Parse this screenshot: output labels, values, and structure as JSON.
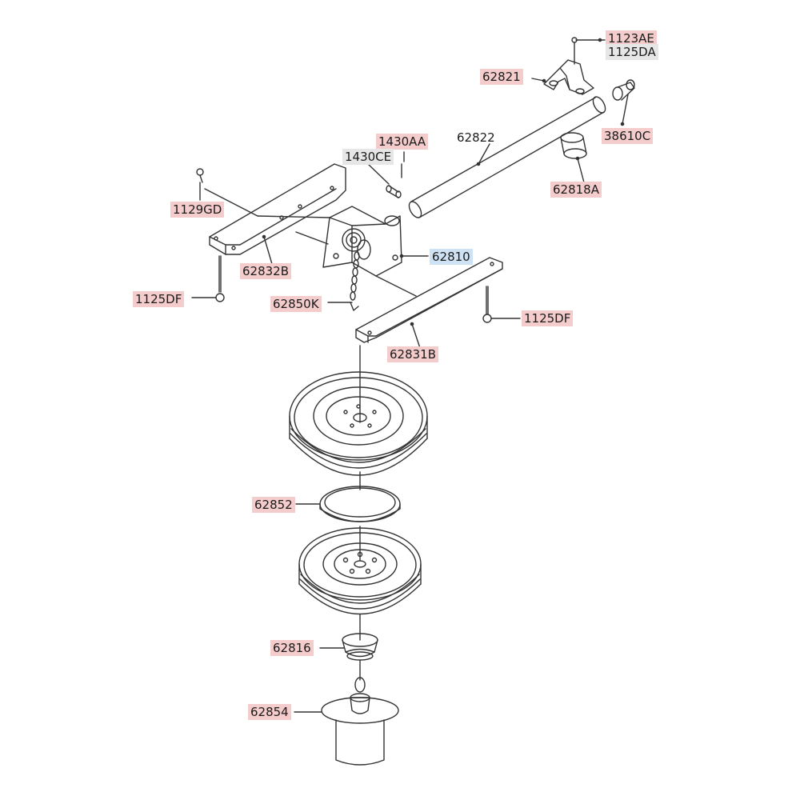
{
  "colors": {
    "label_highlight": "#f4cccc",
    "label_selected": "#cfe2f3",
    "label_neutral": "#e6e6e6",
    "line": "#333333"
  },
  "labels": {
    "l1123AE": "1123AE",
    "l1125DA": "1125DA",
    "l62821": "62821",
    "l38610C": "38610C",
    "l62822": "62822",
    "l1430AA": "1430AA",
    "l1430CE": "1430CE",
    "l62818A": "62818A",
    "l1129GD": "1129GD",
    "l62832B": "62832B",
    "l62810": "62810",
    "l1125DF_left": "1125DF",
    "l62850K": "62850K",
    "l1125DF_right": "1125DF",
    "l62831B": "62831B",
    "l62852": "62852",
    "l62816": "62816",
    "l62854": "62854"
  }
}
